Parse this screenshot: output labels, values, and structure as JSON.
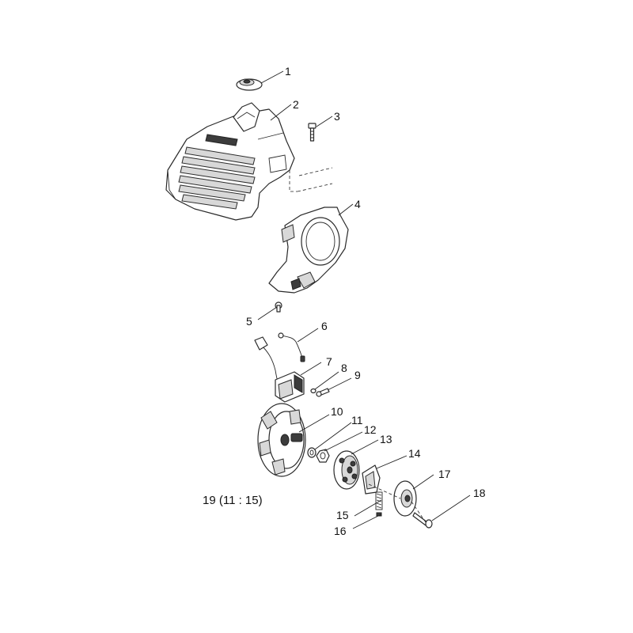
{
  "callouts": {
    "p1": "1",
    "p2": "2",
    "p3": "3",
    "p4": "4",
    "p5": "5",
    "p6": "6",
    "p7": "7",
    "p8": "8",
    "p9": "9",
    "p10": "10",
    "p11": "11",
    "p12": "12",
    "p13": "13",
    "p14": "14",
    "p15": "15",
    "p16": "16",
    "p17": "17",
    "p18": "18"
  },
  "group_note": "19 (11 : 15)"
}
